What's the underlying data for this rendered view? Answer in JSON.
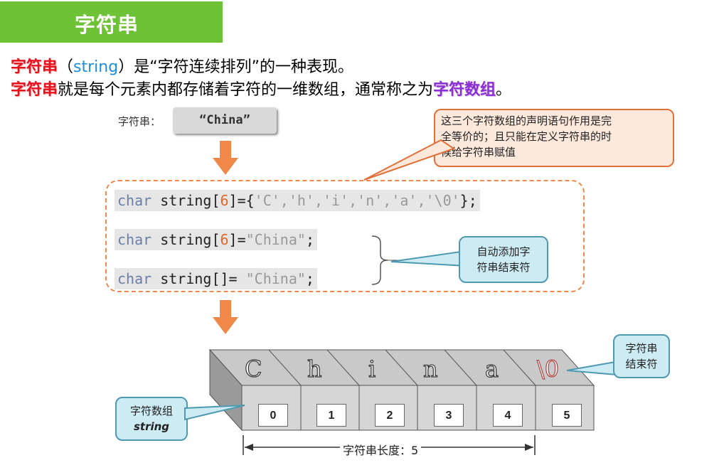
{
  "header": {
    "title": "字符串"
  },
  "intro": {
    "line1": {
      "term": "字符串",
      "open": "（",
      "english": "string",
      "rest": "）是“字符连续排列”的一种表现。"
    },
    "line2": {
      "term": "字符串",
      "mid": "就是每个元素内都存储着字符的一维数组，通常称之为",
      "term2": "字符数组",
      "end": "。"
    }
  },
  "diagram": {
    "string_label": "字符串：",
    "string_value": "“China”",
    "callout_top": {
      "line1": "这三个字符数组的声明语句作用是完",
      "line2": "全等价的；且只能在定义字符串的时",
      "line3": "候给字符串赋值"
    },
    "code": [
      {
        "kw": "char",
        "ident": " string[",
        "size": "6",
        "op": "]={",
        "body": "'C','h','i','n','a','\\0'",
        "end": "};"
      },
      {
        "kw": "char",
        "ident": " string[",
        "size": "6",
        "op": "]=",
        "body": "\"China\"",
        "end": ";"
      },
      {
        "kw": "char",
        "ident": " string[",
        "size": "",
        "op": "]= ",
        "body": "\"China\"",
        "end": ";"
      }
    ],
    "callout_auto": {
      "line1": "自动添加字",
      "line2": "符串结束符"
    },
    "callout_end": {
      "line1": "字符串",
      "line2": "结束符"
    },
    "callout_array": {
      "line1": "字符数组",
      "line2": "string"
    },
    "chars": [
      "C",
      "h",
      "i",
      "n",
      "a",
      "\\0"
    ],
    "indices": [
      "0",
      "1",
      "2",
      "3",
      "4",
      "5"
    ],
    "length_label": "字符串长度：5"
  },
  "colors": {
    "title_bg": "#6dc236",
    "accent_orange": "#f0884a",
    "term_red": "#e8101a",
    "term_purple": "#8a2fd0",
    "string_blue": "#1a8ee0"
  }
}
